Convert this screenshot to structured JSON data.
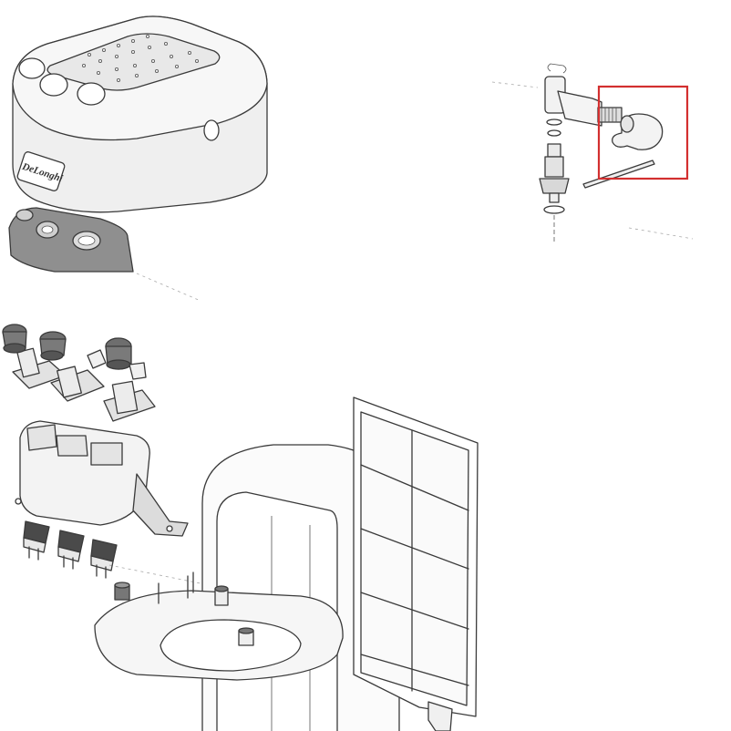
{
  "brand": {
    "logo_text": "DeLonghi"
  },
  "colors": {
    "line": "#3a3a3a",
    "housing_fill": "#eeeeee",
    "panel_fill": "#8f8f8f",
    "knob_cap_fill": "#7a7a7a",
    "glass_fill": "#d9d9d9",
    "highlight_box": "#d32f2f",
    "background": "#ffffff"
  },
  "highlighted_part": "steam-valve-knob",
  "parts": [
    "top-cover",
    "front-control-panel",
    "steam-valve-assembly",
    "selector-knobs",
    "switch-bracket",
    "rocker-switches",
    "base-frame",
    "drip-grid"
  ]
}
